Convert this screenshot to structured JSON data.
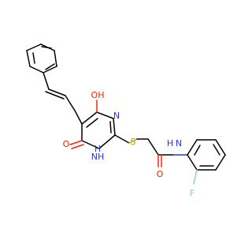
{
  "atoms": {
    "oh_label": "OH",
    "o_bottom_label": "O",
    "n_ring_label": "N",
    "nh_ring_label": "NH",
    "h_ring_label": "H",
    "s_label": "S",
    "o_amide_label": "O",
    "n_amide_label": "N",
    "h_amide_label": "H",
    "f_label": "F"
  },
  "colors": {
    "oxygen": "#ff2200",
    "nitrogen": "#2233ff",
    "sulfur": "#b3a600",
    "fluorine": "#8fd2b1",
    "carbon_bond": "#000000",
    "background": "#ffffff"
  }
}
